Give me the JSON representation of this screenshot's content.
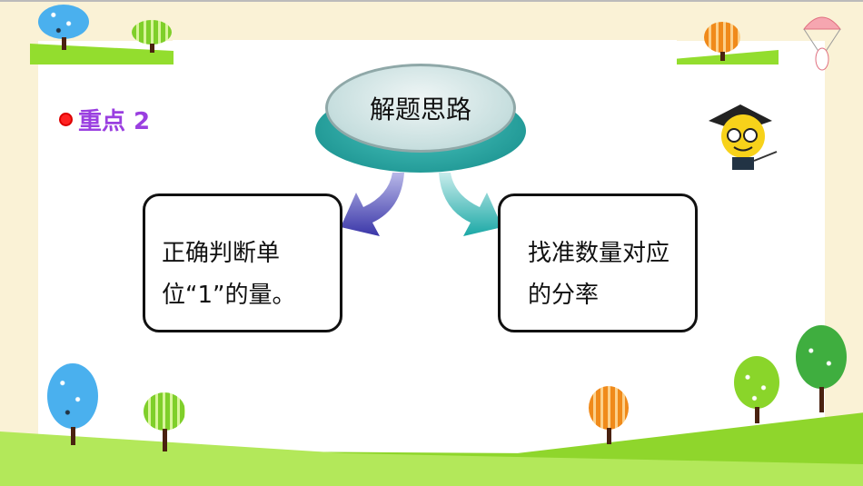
{
  "heading": {
    "label": "重点 2"
  },
  "center": {
    "label": "解题思路"
  },
  "left_box": {
    "text": "正确判断单位“1”的量。"
  },
  "right_box": {
    "text": "找准数量对应的分率"
  },
  "colors": {
    "heading": "#9a3fe0",
    "bullet": "#ff2222",
    "disc": "#1a9a96",
    "left_arrow": "#4a48b0",
    "right_arrow": "#2bb2b0"
  }
}
